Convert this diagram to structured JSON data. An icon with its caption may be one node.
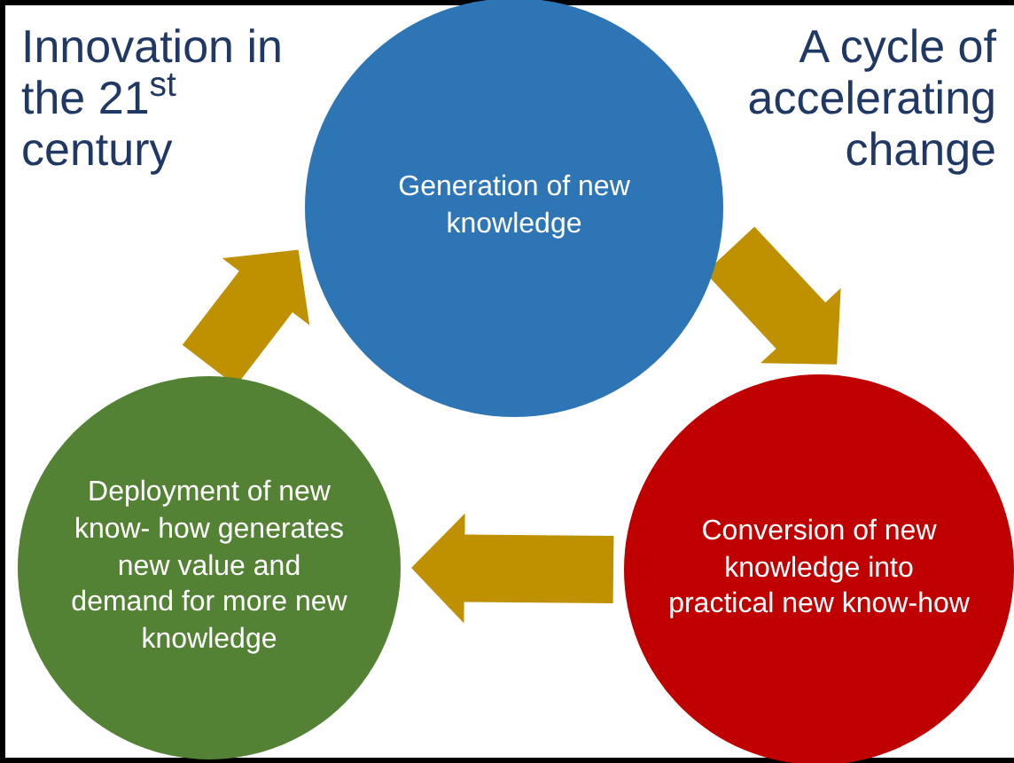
{
  "diagram": {
    "nodes": [
      {
        "text": [
          "Generation of new knowledge"
        ]
      },
      {
        "text": [
          "Conversion of new knowledge into practical new know-how"
        ]
      },
      {
        "text": [
          "Deployment of new know- how generates new value and demand for more new knowledge"
        ]
      }
    ],
    "edges": [
      {
        "from": 0,
        "to": 1,
        "arrow": "to"
      },
      {
        "from": 1,
        "to": 2,
        "arrow": "to"
      },
      {
        "from": 2,
        "to": 0,
        "arrow": "to"
      }
    ],
    "labels": [
      "Innovation in the 21$^{st}$ century",
      "A cycle of accelerating change"
    ]
  }
}
